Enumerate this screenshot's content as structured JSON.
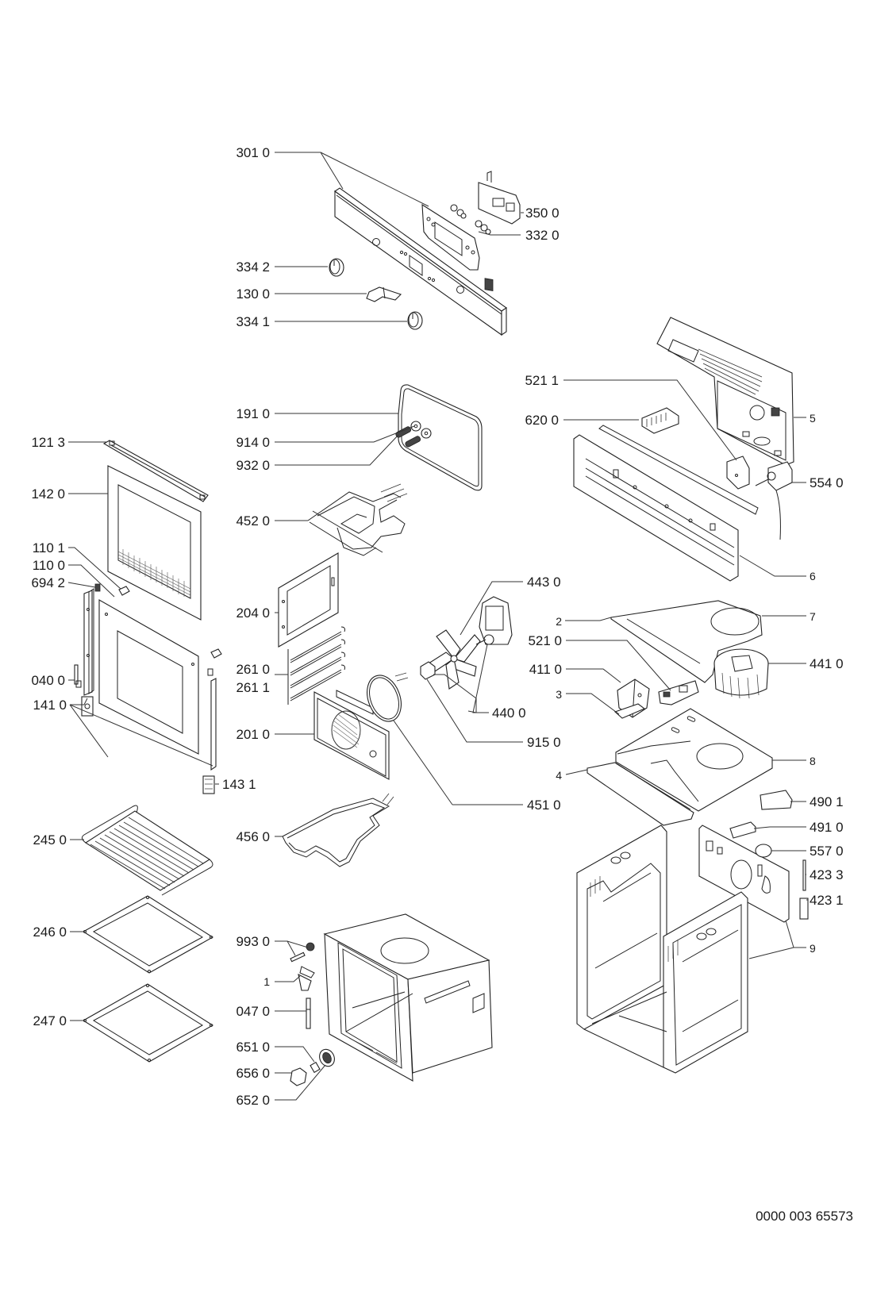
{
  "diagram": {
    "type": "exploded-parts-diagram",
    "subject": "built-in oven",
    "footer_code": "0000 003 65573",
    "labels": {
      "p3010": "301 0",
      "p3500": "350 0",
      "p3320": "332 0",
      "p3342": "334 2",
      "p1300": "130 0",
      "p3341": "334 1",
      "p5211": "521 1",
      "p6200": "620 0",
      "p5": "5",
      "p5540": "554 0",
      "p6": "6",
      "p1910": "191 0",
      "p9140": "914 0",
      "p9320": "932 0",
      "p4520": "452 0",
      "p1213": "121 3",
      "p1420": "142 0",
      "p1101": "110 1",
      "p1100": "110 0",
      "p6942": "694 2",
      "p0400": "040 0",
      "p1410": "141 0",
      "p2040": "204 0",
      "p2610": "261 0",
      "p2611": "261 1",
      "p2010": "201 0",
      "p1431": "143 1",
      "p4430": "443 0",
      "p2": "2",
      "p7": "7",
      "p5210": "521 0",
      "p4110": "411 0",
      "p4410": "441 0",
      "p3": "3",
      "p4400": "440 0",
      "p9150": "915 0",
      "p8": "8",
      "p4": "4",
      "p4510": "451 0",
      "p4901": "490 1",
      "p4910": "491 0",
      "p5570": "557 0",
      "p4233": "423 3",
      "p4231": "423 1",
      "p9": "9",
      "p2450": "245 0",
      "p4560": "456 0",
      "p2460": "246 0",
      "p2470": "247 0",
      "p9930": "993 0",
      "p1": "1",
      "p0470": "047 0",
      "p6510": "651 0",
      "p6560": "656 0",
      "p6520": "652 0"
    }
  }
}
